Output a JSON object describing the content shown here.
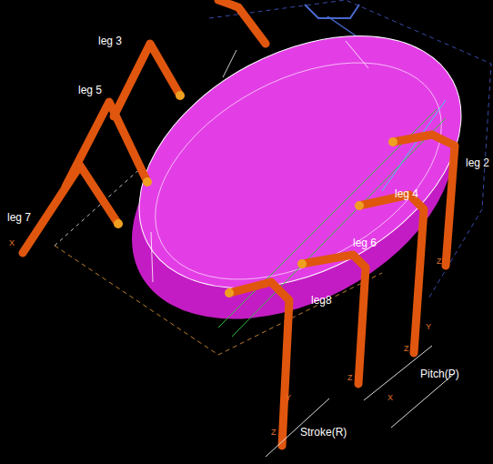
{
  "diagram": {
    "labels": [
      "leg 3",
      "leg 5",
      "leg 7",
      "leg 2",
      "leg 4",
      "leg 6",
      "leg8",
      "Pitch(P)",
      "Stroke(R)",
      "Z",
      "Z",
      "Z",
      "Z",
      "X",
      "X",
      "Y",
      "Y"
    ]
  }
}
